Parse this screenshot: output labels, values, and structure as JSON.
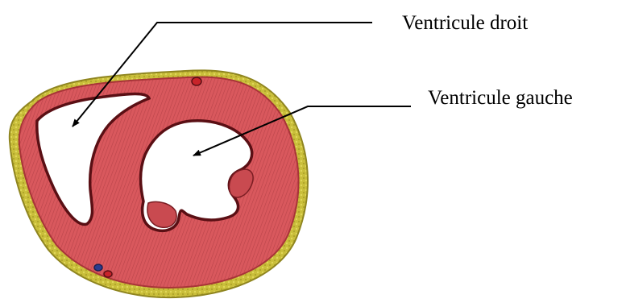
{
  "labels": {
    "right_ventricle": "Ventricule droit",
    "left_ventricle": "Ventricule gauche"
  },
  "colors": {
    "myocardium": "#d9585d",
    "myocardium_dark": "#a83438",
    "cavity_edge": "#5a0f14",
    "fat": "#c9be3a",
    "fat_dark": "#8f8520",
    "artery": "#c8242a",
    "vein": "#2b3c8f",
    "leader_line": "#000000",
    "text": "#000000"
  },
  "icons": {
    "structure": "heart-cross-section"
  }
}
